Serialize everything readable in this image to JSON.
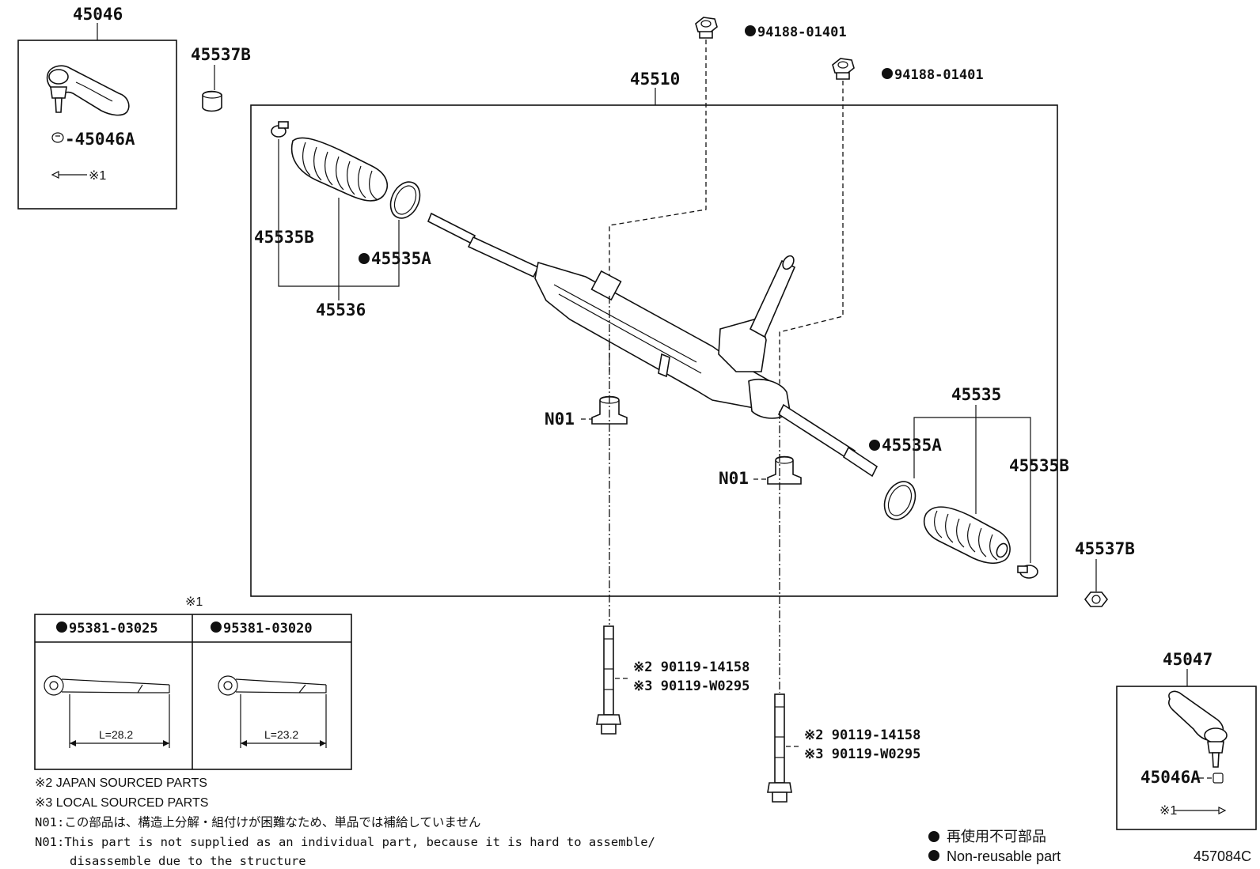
{
  "labels": {
    "tie_rod_end_lh": "45046",
    "rack_nut_top": "45537B",
    "lh_castle_cap": "-45046A",
    "lh_pin_ref": "※1",
    "rack_assembly": "45510",
    "nut_upper_1": "94188-01401",
    "nut_upper_2": "94188-01401",
    "boot_clamp_lh": "45535B",
    "boot_ring_lh": "45535A",
    "boot_set_lh": "45536",
    "boot_set_rh": "45535",
    "boot_ring_rh": "45535A",
    "boot_clamp_rh": "45535B",
    "bushing_1": "N01",
    "bushing_2": "N01",
    "rack_nut_bottom": "45537B",
    "tie_rod_end_rh": "45047",
    "rh_castle_cap": "45046A",
    "rh_pin_ref": "※1",
    "pin_box_ref": "※1",
    "pin_1": "95381-03025",
    "pin_2": "95381-03020",
    "pin_1_length": "L=28.2",
    "pin_2_length": "L=23.2",
    "bolt_1_line_1": "※2 90119-14158",
    "bolt_1_line_2": "※3 90119-W0295",
    "bolt_2_line_1": "※2 90119-14158",
    "bolt_2_line_2": "※3 90119-W0295",
    "diagram_code": "457084C"
  },
  "notes": {
    "japan_sourced": "※2 JAPAN SOURCED PARTS",
    "local_sourced": "※3 LOCAL SOURCED PARTS",
    "n01_jp": "N01:この部品は、構造上分解・組付けが困難なため、単品では補給していません",
    "n01_en_1": "N01:This part is not supplied as an individual part, because it is hard to assemble/",
    "n01_en_2": "disassemble due to the structure"
  },
  "legend": {
    "non_reusable_jp": "再使用不可部品",
    "non_reusable_en": "Non-reusable part"
  },
  "colors": {
    "ink": "#111111",
    "paper": "#ffffff"
  },
  "icons": {
    "non_reusable_marker": "filled-circle",
    "reference_mark": "※"
  }
}
